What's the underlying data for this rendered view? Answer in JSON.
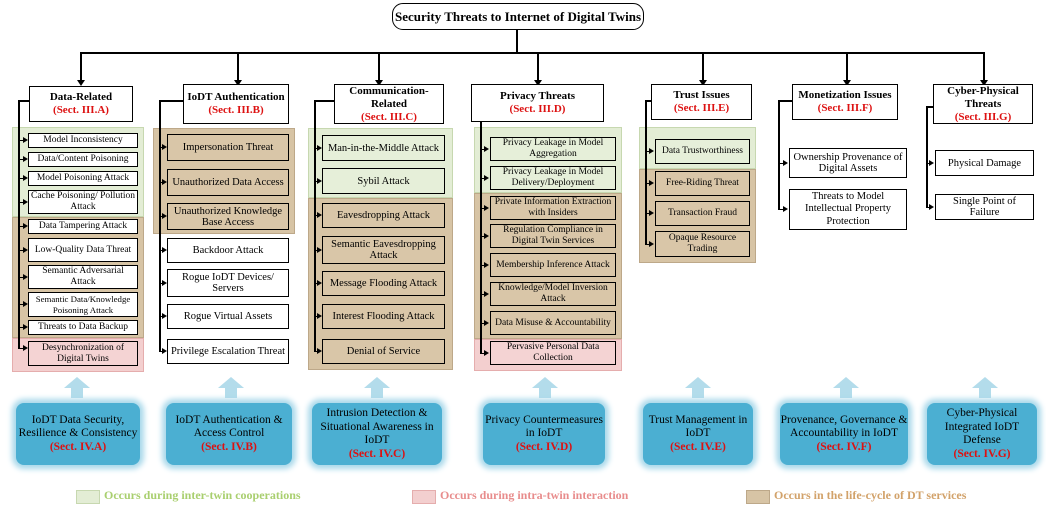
{
  "root_title": "Security Threats to Internet of Digital Twins",
  "columns": [
    {
      "title": "Data-Related",
      "sect": "(Sect. III.A)",
      "items": [
        "Model Inconsistency",
        "Data/Content Poisoning",
        "Model Poisoning Attack",
        "Cache Poisoning/ Pollution Attack",
        "Data Tampering Attack",
        "Low-Quality Data Threat",
        "Semantic Adversarial Attack",
        "Semantic Data/Knowledge Poisoning Attack",
        "Threats to Data Backup",
        "Desynchronization of Digital Twins"
      ]
    },
    {
      "title": "IoDT Authentication",
      "sect": "(Sect. III.B)",
      "items": [
        "Impersonation Threat",
        "Unauthorized Data Access",
        "Unauthorized Knowledge Base Access",
        "Backdoor Attack",
        "Rogue IoDT Devices/ Servers",
        "Rogue Virtual Assets",
        "Privilege Escalation Threat"
      ]
    },
    {
      "title": "Communication-Related",
      "sect": "(Sect. III.C)",
      "items": [
        "Man-in-the-Middle Attack",
        "Sybil Attack",
        "Eavesdropping Attack",
        "Semantic Eavesdropping Attack",
        "Message Flooding Attack",
        "Interest Flooding Attack",
        "Denial of Service"
      ]
    },
    {
      "title": "Privacy Threats",
      "sect": "(Sect. III.D)",
      "items": [
        "Privacy Leakage in Model Aggregation",
        "Privacy Leakage in Model Delivery/Deployment",
        "Private Information Extraction with Insiders",
        "Regulation Compliance in Digital Twin Services",
        "Membership Inference Attack",
        "Knowledge/Model Inversion Attack",
        "Data Misuse & Accountability",
        "Pervasive Personal Data Collection"
      ]
    },
    {
      "title": "Trust Issues",
      "sect": "(Sect. III.E)",
      "items": [
        "Data Trustworthiness",
        "Free-Riding Threat",
        "Transaction Fraud",
        "Opaque Resource Trading"
      ]
    },
    {
      "title": "Monetization Issues",
      "sect": "(Sect. III.F)",
      "items": [
        "Ownership Provenance of Digital Assets",
        "Threats to Model Intellectual Property Protection"
      ]
    },
    {
      "title": "Cyber-Physical Threats",
      "sect": "(Sect. III.G)",
      "items": [
        "Physical Damage",
        "Single Point of Failure"
      ]
    }
  ],
  "defenses": [
    {
      "text": "IoDT Data Security, Resilience & Consistency",
      "sect": "(Sect. IV.A)"
    },
    {
      "text": "IoDT Authentication & Access Control",
      "sect": "(Sect. IV.B)"
    },
    {
      "text": "Intrusion Detection & Situational Awareness in IoDT",
      "sect": "(Sect. IV.C)"
    },
    {
      "text": "Privacy Countermeasures in IoDT",
      "sect": "(Sect. IV.D)"
    },
    {
      "text": "Trust Management in IoDT",
      "sect": "(Sect. IV.E)"
    },
    {
      "text": "Provenance, Governance & Accountability in IoDT",
      "sect": "(Sect. IV.F)"
    },
    {
      "text": "Cyber-Physical Integrated IoDT Defense",
      "sect": "(Sect. IV.G)"
    }
  ],
  "legend": [
    {
      "text": "Occurs during inter-twin cooperations",
      "color": "#a9cf6f"
    },
    {
      "text": "Occurs during intra-twin interaction",
      "color": "#e88c8c"
    },
    {
      "text": "Occurs in the life-cycle of DT services",
      "color": "#d2a26a"
    }
  ],
  "colors": {
    "green_bg": "#e3edd5",
    "tan_bg": "#d7c4a5",
    "pink_bg": "#f3cfcf",
    "defense": "#4bafd2",
    "section_red": "#d11111"
  }
}
